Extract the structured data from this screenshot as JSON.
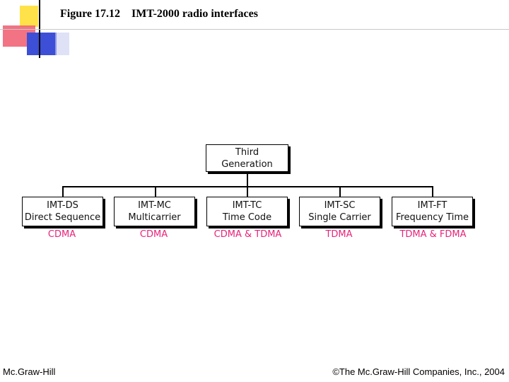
{
  "slide": {
    "figure_number": "Figure 17.12",
    "figure_title": "IMT-2000 radio interfaces"
  },
  "diagram": {
    "root": {
      "line1": "Third",
      "line2": "Generation"
    },
    "children": [
      {
        "name": "IMT-DS",
        "description": "Direct Sequence",
        "technology": "CDMA"
      },
      {
        "name": "IMT-MC",
        "description": "Multicarrier",
        "technology": "CDMA"
      },
      {
        "name": "IMT-TC",
        "description": "Time Code",
        "technology": "CDMA & TDMA"
      },
      {
        "name": "IMT-SC",
        "description": "Single Carrier",
        "technology": "TDMA"
      },
      {
        "name": "IMT-FT",
        "description": "Frequency Time",
        "technology": "TDMA & FDMA"
      }
    ]
  },
  "footer": {
    "publisher": "Mc.Graw-Hill",
    "copyright": "©The Mc.Graw-Hill Companies, Inc., 2004"
  },
  "colors": {
    "technology_label": "#e8237a",
    "accent_yellow": "#ffe24a",
    "accent_red": "#f05a6e",
    "accent_blue": "#3d4fd6"
  }
}
